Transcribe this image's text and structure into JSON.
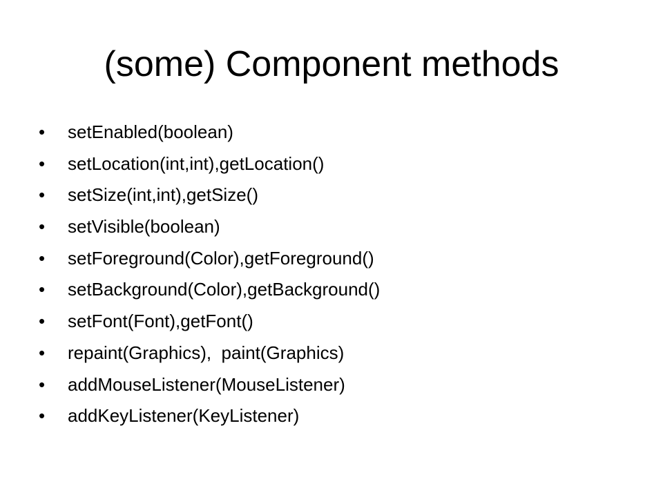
{
  "slide": {
    "title": "(some) Component methods",
    "bullet_symbol": "•",
    "items": [
      "setEnabled(boolean)",
      "setLocation(int,int),getLocation()",
      "setSize(int,int),getSize()",
      "setVisible(boolean)",
      "setForeground(Color),getForeground()",
      "setBackground(Color),getBackground()",
      "setFont(Font),getFont()",
      "repaint(Graphics),  paint(Graphics)",
      "addMouseListener(MouseListener)",
      "addKeyListener(KeyListener)"
    ]
  },
  "colors": {
    "background": "#ffffff",
    "text": "#000000"
  }
}
